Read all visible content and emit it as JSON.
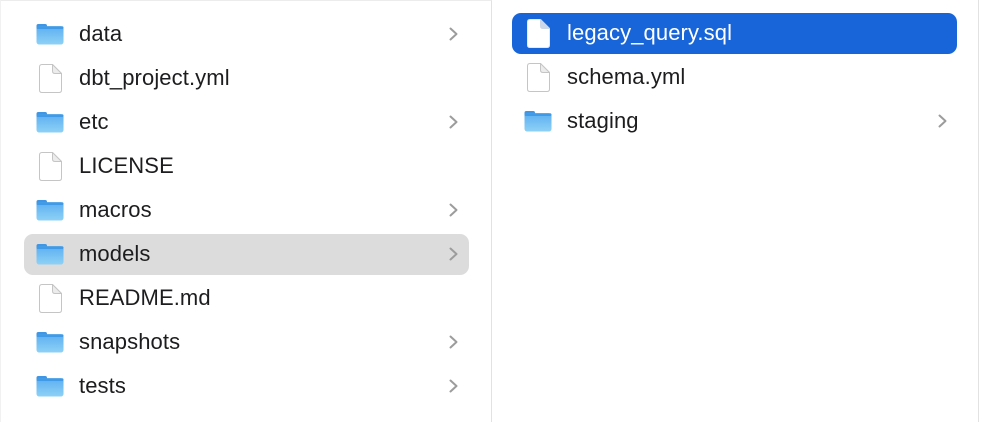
{
  "app": "finder-column-view",
  "colors": {
    "selection_active": "#1765d8",
    "selection_active_text": "#ffffff",
    "selection_inactive": "#dcdcdc",
    "text": "#1d1d1f",
    "divider": "#e2e2e2",
    "folder_blue_top": "#4196e3",
    "folder_blue_body": "#6fbdf2",
    "chevron_gray": "#9c9c9c"
  },
  "columns": [
    {
      "name": "left",
      "items": [
        {
          "label": "data",
          "type": "folder",
          "chevron": true,
          "selected": false
        },
        {
          "label": "dbt_project.yml",
          "type": "file",
          "chevron": false,
          "selected": false
        },
        {
          "label": "etc",
          "type": "folder",
          "chevron": true,
          "selected": false
        },
        {
          "label": "LICENSE",
          "type": "file",
          "chevron": false,
          "selected": false
        },
        {
          "label": "macros",
          "type": "folder",
          "chevron": true,
          "selected": false
        },
        {
          "label": "models",
          "type": "folder",
          "chevron": true,
          "selected": true,
          "selection_style": "inactive"
        },
        {
          "label": "README.md",
          "type": "file",
          "chevron": false,
          "selected": false
        },
        {
          "label": "snapshots",
          "type": "folder",
          "chevron": true,
          "selected": false
        },
        {
          "label": "tests",
          "type": "folder",
          "chevron": true,
          "selected": false
        }
      ]
    },
    {
      "name": "right",
      "items": [
        {
          "label": "legacy_query.sql",
          "type": "file",
          "chevron": false,
          "selected": true,
          "selection_style": "active"
        },
        {
          "label": "schema.yml",
          "type": "file",
          "chevron": false,
          "selected": false
        },
        {
          "label": "staging",
          "type": "folder",
          "chevron": true,
          "selected": false
        }
      ]
    }
  ]
}
